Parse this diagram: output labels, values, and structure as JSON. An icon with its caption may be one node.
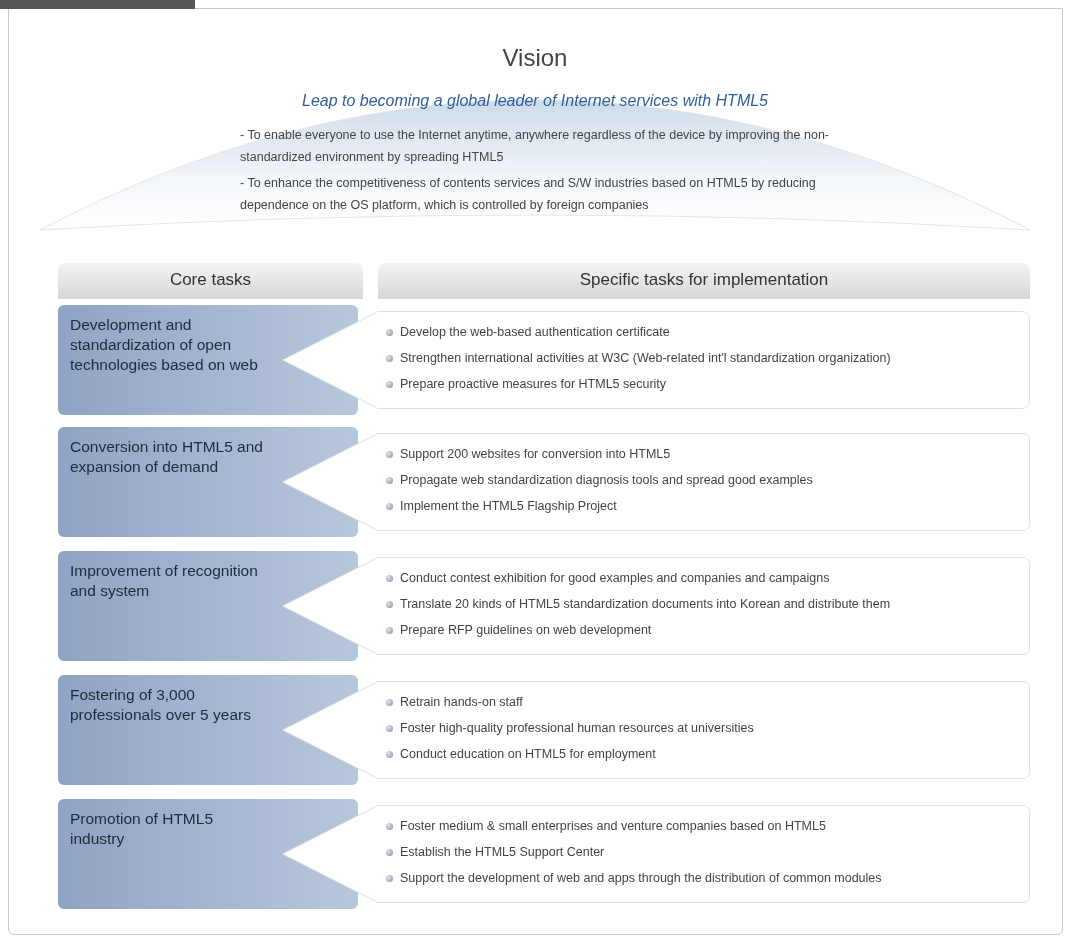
{
  "diagram": {
    "nodes": [
      {
        "text": [
          "Vision",
          "Leap to becoming a global leader of Internet services with HTML5",
          "- To enable everyone to use the Internet anytime, anywhere regardless of the device by improving the non-standardized environment by spreading HTML5",
          "- To enhance the competitiveness of contents services and S/W industries based on HTML5 by reducing dependence on the OS platform, which is controlled by foreign companies"
        ]
      },
      {
        "text": [
          "Core tasks"
        ]
      },
      {
        "text": [
          "Specific tasks for implementation"
        ]
      },
      {
        "text": [
          "Development and standardization of open technologies based on web"
        ]
      },
      {
        "text": [
          "Develop the web-based authentication certificate",
          "Strengthen international activities at W3C (Web-related int'l standardization organization)",
          "Prepare proactive measures for HTML5 security"
        ]
      },
      {
        "text": [
          "Conversion into HTML5 and expansion of demand"
        ]
      },
      {
        "text": [
          "Support 200 websites for conversion into HTML5",
          "Propagate web standardization diagnosis tools and spread good examples",
          "Implement the HTML5 Flagship Project"
        ]
      },
      {
        "text": [
          "Improvement of recognition and system"
        ]
      },
      {
        "text": [
          "Conduct contest exhibition for good examples and companies and campaigns",
          "Translate 20 kinds of HTML5 standardization documents into Korean and distribute them",
          "Prepare RFP guidelines on web development"
        ]
      },
      {
        "text": [
          "Fostering of 3,000 professionals over 5 years"
        ]
      },
      {
        "text": [
          "Retrain hands-on staff",
          "Foster high-quality professional human resources at universities",
          "Conduct education on HTML5 for employment"
        ]
      },
      {
        "text": [
          "Promotion of HTML5 industry"
        ]
      },
      {
        "text": [
          "Foster medium & small enterprises and venture companies based on HTML5",
          "Establish the HTML5 Support Center",
          "Support the development of web and apps through the distribution of common modules"
        ]
      }
    ]
  }
}
